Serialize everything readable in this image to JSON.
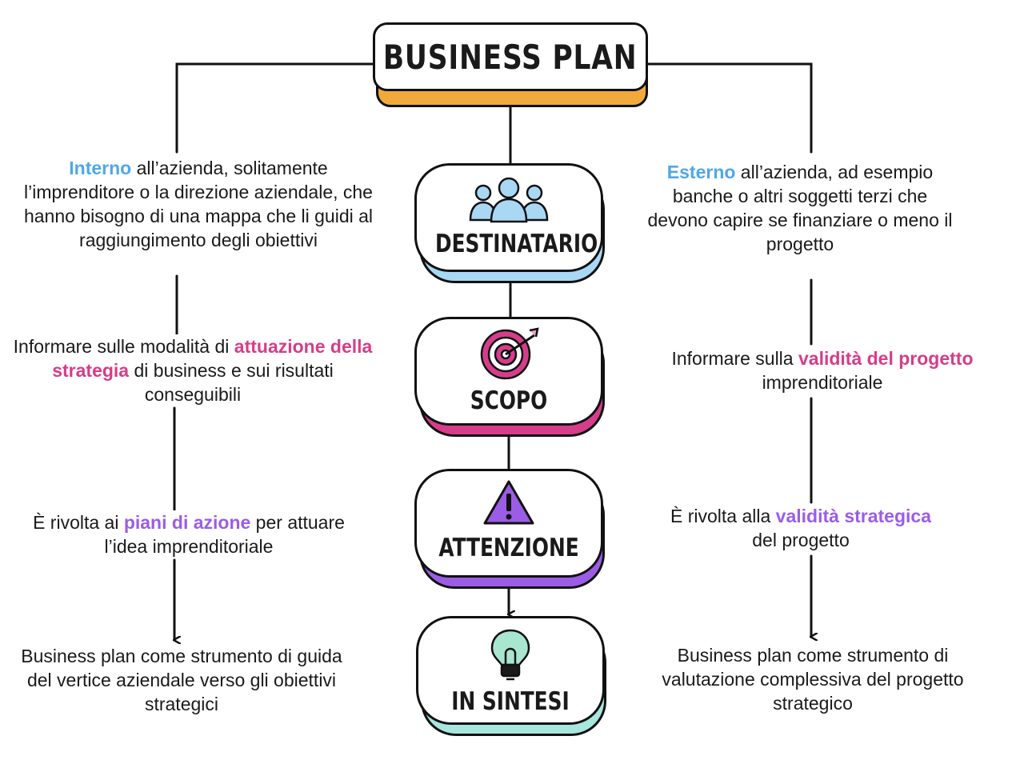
{
  "title": "BUSINESS PLAN",
  "colors": {
    "title_shadow": "#f2a93b",
    "destinatario_shadow": "#a9d8f5",
    "scopo_shadow": "#d63d8a",
    "attenzione_shadow": "#9b5de5",
    "sintesi_shadow": "#a8e6e0",
    "blue_highlight": "#4fa8e6",
    "pink_highlight": "#d63d8a",
    "purple_highlight": "#9b5de5"
  },
  "cards": [
    {
      "label": "DESTINATARIO",
      "icon": "people-group-icon"
    },
    {
      "label": "SCOPO",
      "icon": "target-icon"
    },
    {
      "label": "ATTENZIONE",
      "icon": "warning-icon"
    },
    {
      "label": "IN SINTESI",
      "icon": "lightbulb-icon"
    }
  ],
  "left": {
    "destinatario": {
      "highlight": "Interno",
      "rest": " all’azienda, solitamente l’imprenditore o la direzione aziendale, che hanno bisogno di una mappa che li guidi al raggiungimento degli obiettivi"
    },
    "scopo": {
      "pre": "Informare sulle modalità di ",
      "highlight": "attuazione della strategia",
      "post": " di business e sui risultati conseguibili"
    },
    "attenzione": {
      "pre": "È rivolta ai ",
      "highlight": "piani di azione",
      "post": " per attuare l’idea imprenditoriale"
    },
    "sintesi": {
      "text": "Business plan come strumento di guida del vertice aziendale verso gli obiettivi strategici"
    }
  },
  "right": {
    "destinatario": {
      "highlight": "Esterno",
      "rest": " all’azienda, ad esempio banche o altri soggetti terzi che devono capire se finanziare o meno il progetto"
    },
    "scopo": {
      "pre": "Informare sulla ",
      "highlight": "validità del progetto",
      "post": " imprenditoriale"
    },
    "attenzione": {
      "pre": "È rivolta alla ",
      "highlight": "validità strategica",
      "post": " del progetto"
    },
    "sintesi": {
      "text": "Business plan come strumento di valutazione complessiva del progetto strategico"
    }
  }
}
